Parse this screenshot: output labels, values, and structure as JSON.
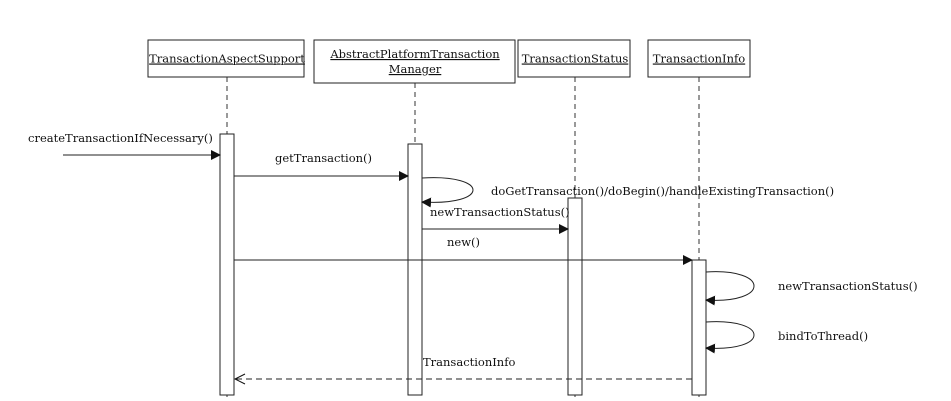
{
  "participants": [
    {
      "id": "tas",
      "lines": [
        "TransactionAspectSupport"
      ]
    },
    {
      "id": "aptm",
      "lines": [
        "AbstractPlatformTransaction",
        "Manager"
      ]
    },
    {
      "id": "ts",
      "lines": [
        "TransactionStatus"
      ]
    },
    {
      "id": "ti",
      "lines": [
        "TransactionInfo"
      ]
    }
  ],
  "messages": [
    {
      "id": "m1",
      "label": "createTransactionIfNecessary()",
      "from": "actor",
      "to": "tas",
      "kind": "call"
    },
    {
      "id": "m2",
      "label": "getTransaction()",
      "from": "tas",
      "to": "aptm",
      "kind": "call"
    },
    {
      "id": "m3",
      "label": "doGetTransaction()/doBegin()/handleExistingTransaction()",
      "from": "aptm",
      "to": "aptm",
      "kind": "self"
    },
    {
      "id": "m4",
      "label": "newTransactionStatus()",
      "from": "aptm",
      "to": "ts",
      "kind": "call"
    },
    {
      "id": "m5",
      "label": "new()",
      "from": "tas",
      "to": "ti",
      "kind": "call"
    },
    {
      "id": "m6",
      "label": "newTransactionStatus()",
      "from": "ti",
      "to": "ti",
      "kind": "self"
    },
    {
      "id": "m7",
      "label": "bindToThread()",
      "from": "ti",
      "to": "ti",
      "kind": "self"
    },
    {
      "id": "m8",
      "label": "TransactionInfo",
      "from": "ti",
      "to": "tas",
      "kind": "return"
    }
  ]
}
